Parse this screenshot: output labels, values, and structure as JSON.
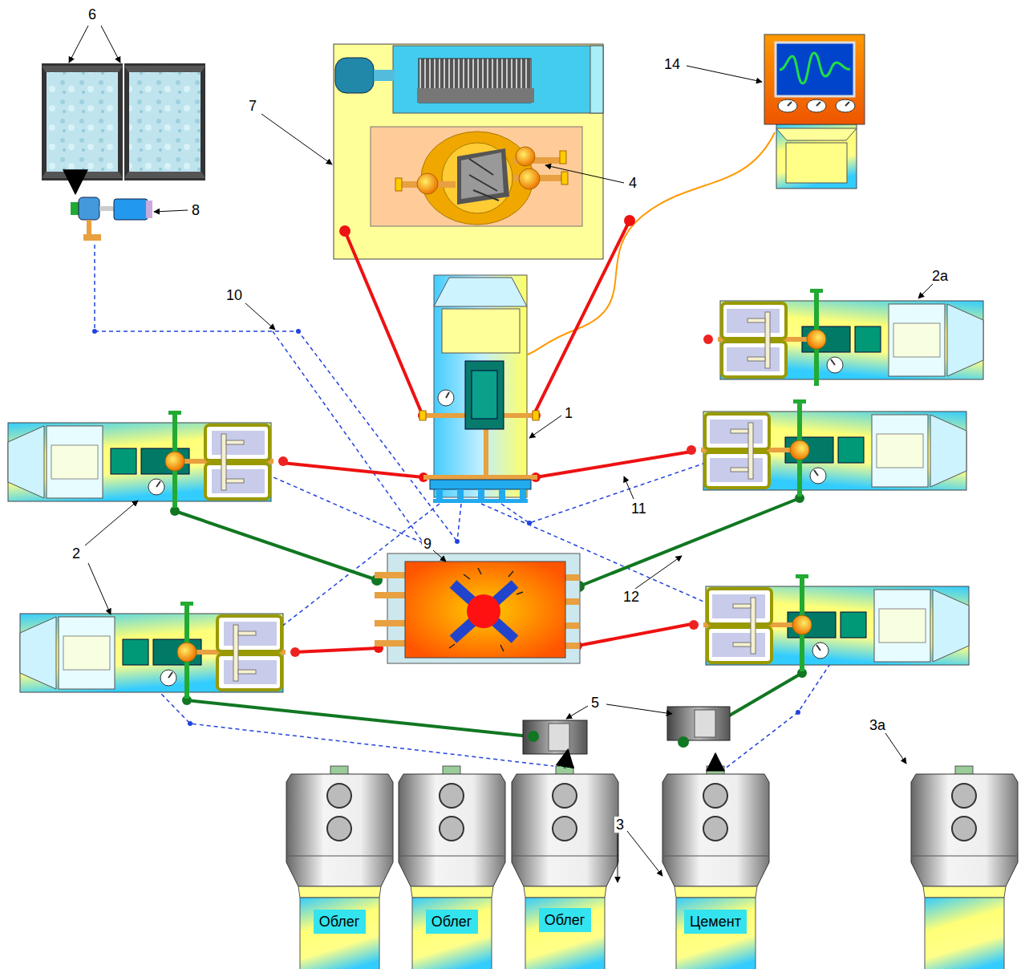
{
  "diagram": {
    "nodes": [
      {
        "text": [
          "Облег"
        ]
      },
      {
        "text": [
          "Облег"
        ]
      },
      {
        "text": [
          "Облег"
        ]
      },
      {
        "text": [
          "Цемент"
        ]
      }
    ],
    "labels": [
      "6",
      "7",
      "14",
      "4",
      "8",
      "10",
      "2a",
      "1",
      "11",
      "2",
      "9",
      "12",
      "5",
      "3",
      "3a"
    ]
  }
}
